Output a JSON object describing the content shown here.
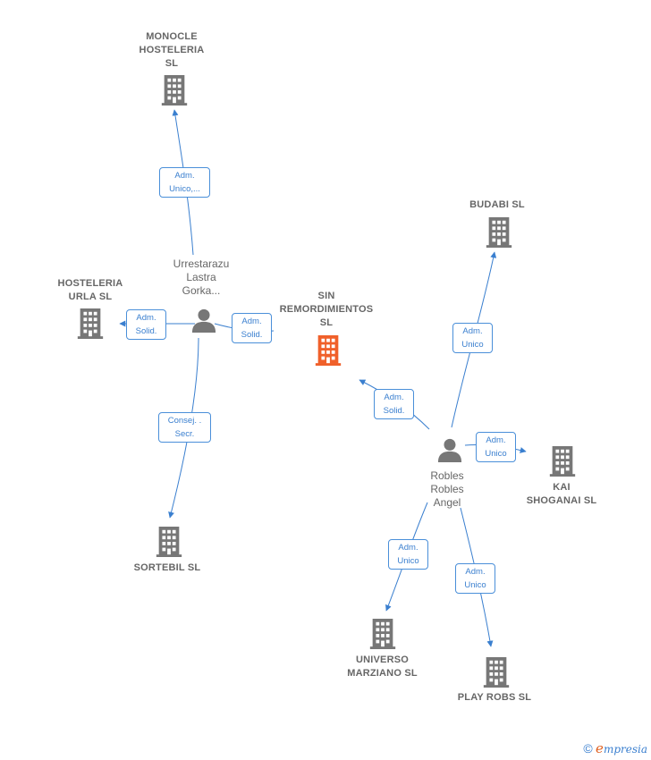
{
  "colors": {
    "edge": "#3a7fcf",
    "company_icon": "#777777",
    "focus_icon": "#f0602a",
    "person_icon": "#777777"
  },
  "nodes": {
    "monocle": {
      "label": "MONOCLE\nHOSTELERIA\nSL",
      "icon": "building-icon"
    },
    "hosteleria_urla": {
      "label": "HOSTELERIA\nURLA SL",
      "icon": "building-icon"
    },
    "sin_remordimientos": {
      "label": "SIN\nREMORDIMIENTOS\nSL",
      "icon": "building-icon"
    },
    "sortebil": {
      "label": "SORTEBIL  SL",
      "icon": "building-icon"
    },
    "budabi": {
      "label": "BUDABI SL",
      "icon": "building-icon"
    },
    "kai_shoganai": {
      "label": "KAI\nSHOGANAI  SL",
      "icon": "building-icon"
    },
    "universo_marziano": {
      "label": "UNIVERSO\nMARZIANO  SL",
      "icon": "building-icon"
    },
    "play_robs": {
      "label": "PLAY ROBS SL",
      "icon": "building-icon"
    },
    "urrestarazu": {
      "label": "Urrestarazu\nLastra\nGorka...",
      "icon": "person-icon"
    },
    "robles": {
      "label": "Robles\nRobles\nAngel",
      "icon": "person-icon"
    }
  },
  "edges": {
    "urr_monocle": "Adm.\nUnico,...",
    "urr_urla": "Adm.\nSolid.",
    "urr_sin": "Adm.\nSolid.",
    "urr_sortebil": "Consej. .\nSecr.",
    "rob_sin": "Adm.\nSolid.",
    "rob_budabi": "Adm.\nUnico",
    "rob_kai": "Adm.\nUnico",
    "rob_universo": "Adm.\nUnico",
    "rob_play": "Adm.\nUnico"
  },
  "footer": {
    "copyright": "©",
    "brand_initial": "e",
    "brand_rest": "mpresia"
  }
}
